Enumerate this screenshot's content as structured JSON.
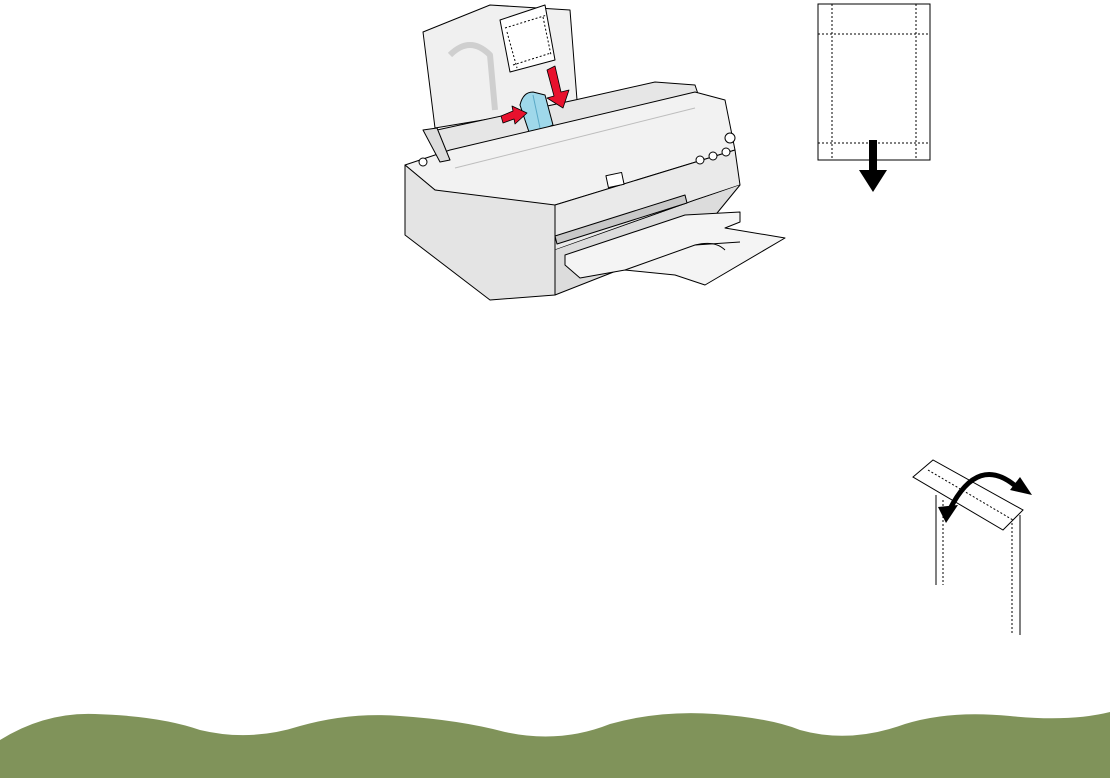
{
  "figures": {
    "printer": {
      "icon": "printer-with-loaded-paper-illustration"
    },
    "paper_sheet": {
      "icon": "perforated-paper-sheet-with-down-arrow"
    },
    "fold_sheet": {
      "icon": "fold-back-paper-illustration"
    }
  },
  "colors": {
    "printer_body": "#f2f2f2",
    "outline": "#000000",
    "red_arrow": "#e8112d",
    "blue_guide": "#9fd8ea",
    "footer_green": "#80935a"
  }
}
